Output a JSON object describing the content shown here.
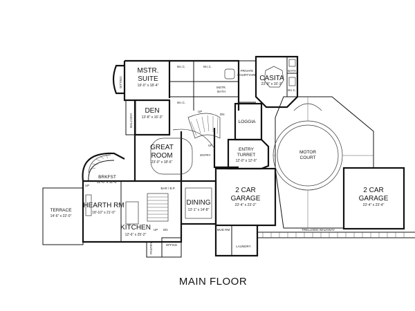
{
  "plan_title": "MAIN FLOOR",
  "rooms": {
    "mstr_suite": {
      "name": "MSTR.",
      "name2": "SUITE",
      "dim": "19'-0\" x 18'-4\""
    },
    "den": {
      "name": "DEN",
      "dim": "13'-8\" x 16'-3\""
    },
    "great_room": {
      "name": "GREAT",
      "name2": "ROOM",
      "dim": "23'-0\" x 18'-6\""
    },
    "casita": {
      "name": "CASITA",
      "dim": "23'-3\" x 15'-3\""
    },
    "dining": {
      "name": "DINING",
      "dim": "13'-1\" x 14'-8\""
    },
    "garage_1": {
      "name": "2 CAR",
      "name2": "GARAGE",
      "dim": "23'-4\" x 23'-2\""
    },
    "garage_2": {
      "name": "2 CAR",
      "name2": "GARAGE",
      "dim": "23'-4\" x 23'-4\""
    },
    "hearth_rm": {
      "name": "HEARTH RM",
      "dim": "18'-10\" x 21'-0\""
    },
    "kitchen": {
      "name": "KITCHEN",
      "dim": "12'-6\" x 25'-2\""
    },
    "terrace": {
      "name": "TERRACE",
      "dim": "14'-6\" x 22'-0\""
    },
    "brkfst": {
      "name": "BRKFST",
      "dim": "12'-0\" x 11'-0\""
    },
    "entry_turret": {
      "name": "ENTRY",
      "name2": "TURRET",
      "dim": "12'-0\" x 12'-0\""
    },
    "motor_court": {
      "name": "MOTOR",
      "name2": "COURT"
    }
  },
  "labels": {
    "sitting": "SITTING",
    "balcony": "BALCONY",
    "wic": "W.I.C.",
    "mstr_bath": "MSTR.",
    "mstr_bath2": "BATH",
    "private_courtyard": "PRIVATE",
    "private_courtyard2": "COURTYARD",
    "bath": "BATH",
    "loggia": "LOGGIA",
    "entry": "ENTRY",
    "bar_bp": "BAR / B.P.",
    "mud_rm": "MUD RM",
    "laundry": "LAUNDRY",
    "pantry": "PANTRY",
    "office": "OFFICE",
    "trellised_walkway": "TRELLISED WALKWAY",
    "up": "UP",
    "dn": "DN"
  }
}
